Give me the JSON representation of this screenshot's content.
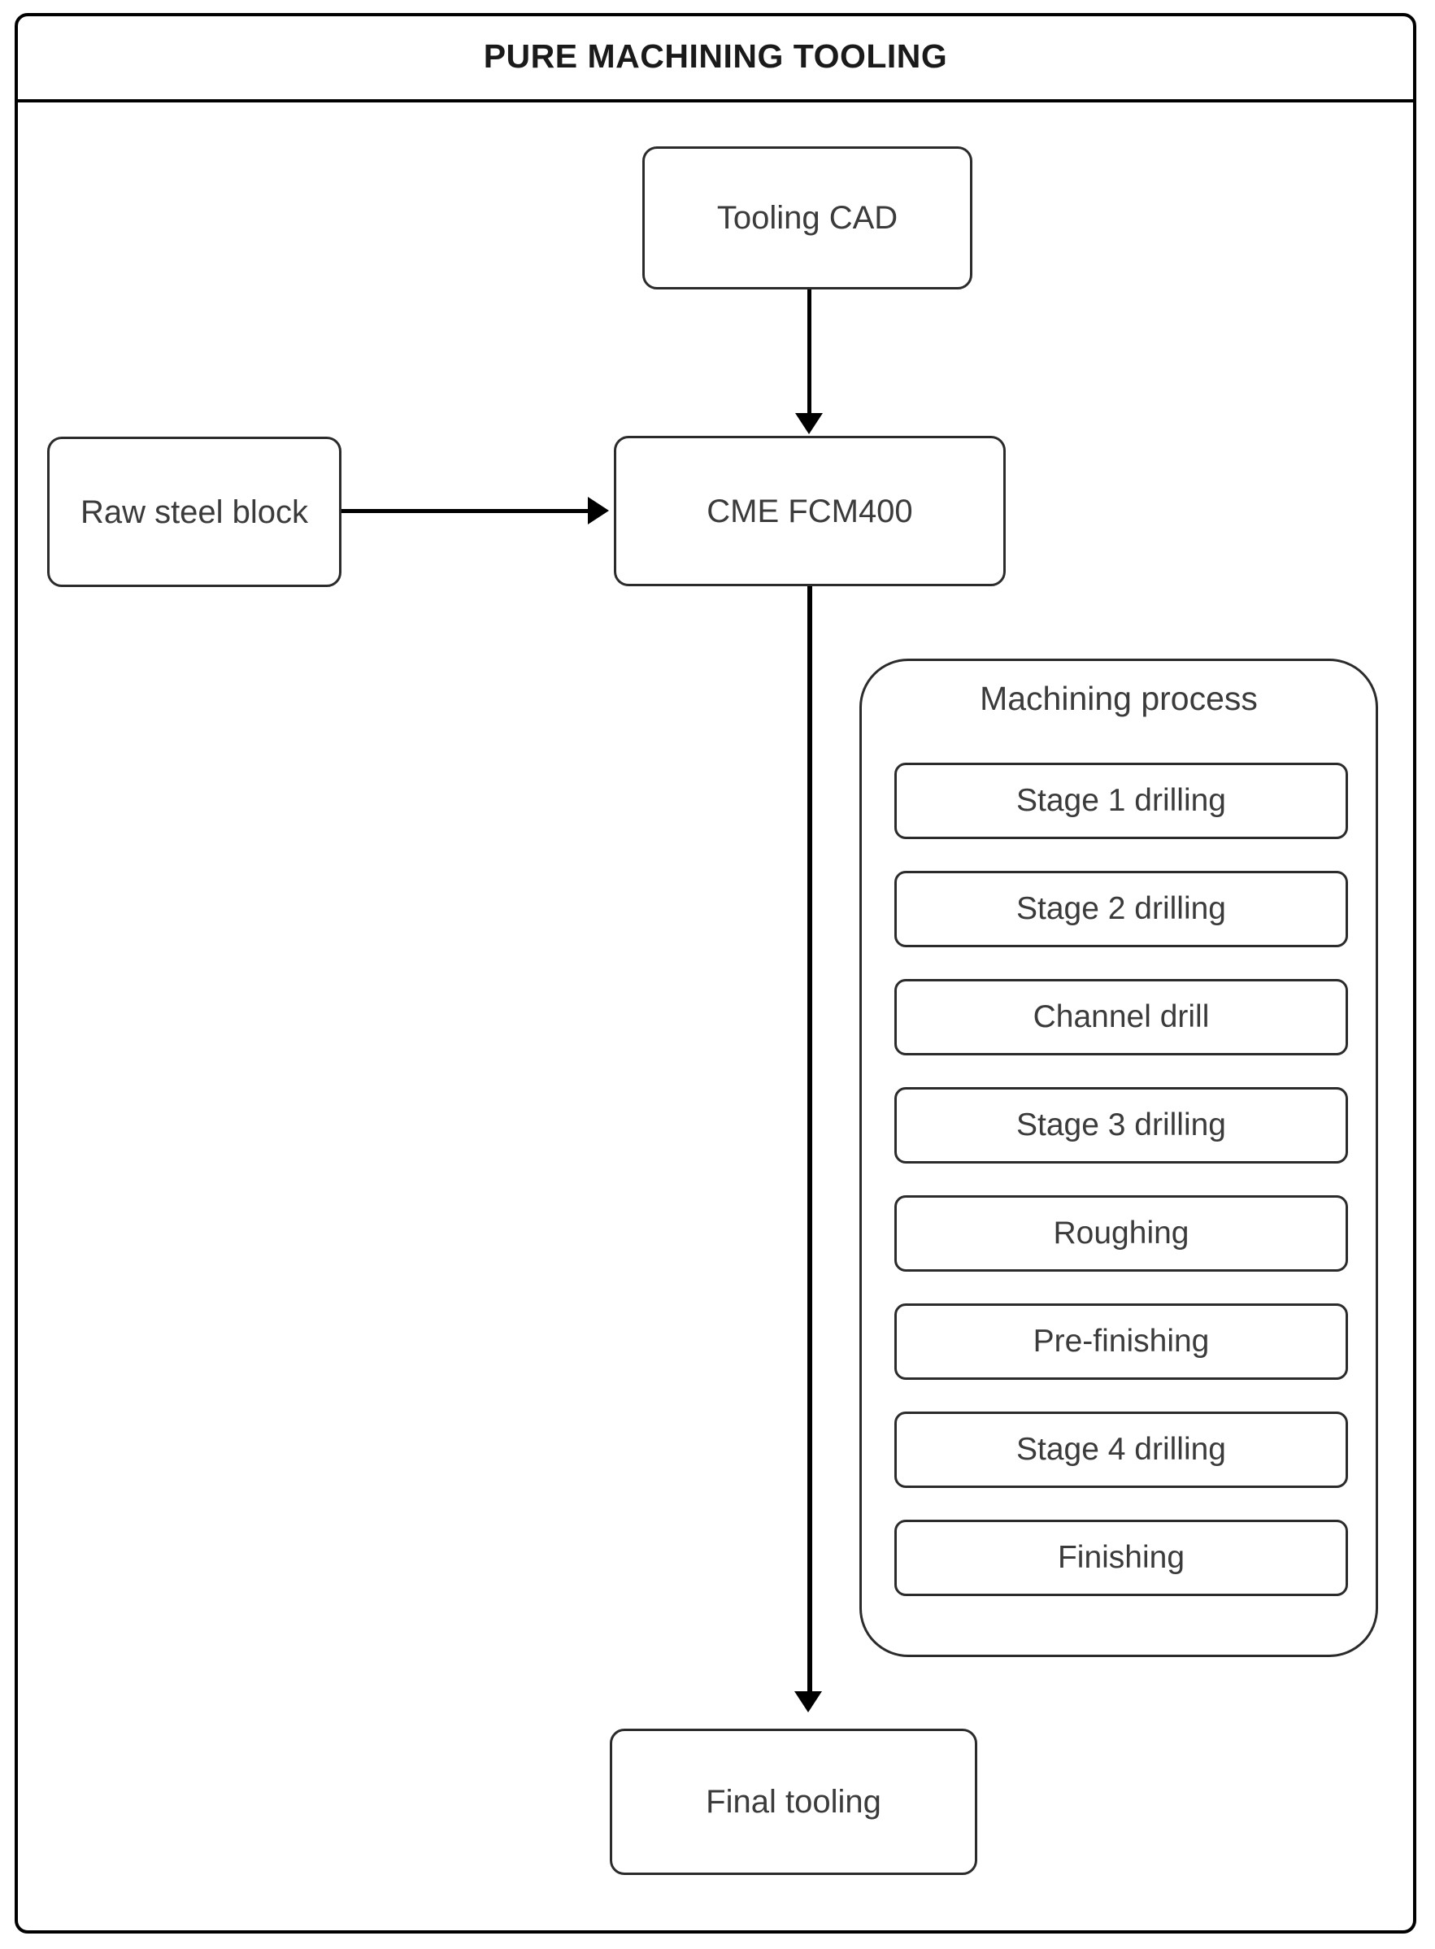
{
  "diagram": {
    "title": "PURE MACHINING TOOLING",
    "nodes": {
      "tooling_cad": "Tooling CAD",
      "raw_steel_block": "Raw steel block",
      "machine": "CME FCM400",
      "final_tooling": "Final tooling"
    },
    "machining_process": {
      "title": "Machining process",
      "stages": [
        "Stage 1 drilling",
        "Stage 2 drilling",
        "Channel drill",
        "Stage 3 drilling",
        "Roughing",
        "Pre-finishing",
        "Stage 4 drilling",
        "Finishing"
      ]
    },
    "connections": [
      {
        "from": "Tooling CAD",
        "to": "CME FCM400",
        "direction": "down"
      },
      {
        "from": "Raw steel block",
        "to": "CME FCM400",
        "direction": "right"
      },
      {
        "from": "CME FCM400",
        "to": "Final tooling",
        "direction": "down"
      }
    ],
    "colors": {
      "stroke": "#2b2b2b",
      "frame_stroke": "#000000",
      "text": "#3b3b3b",
      "title_text": "#1a1a1a",
      "background": "#ffffff"
    }
  }
}
